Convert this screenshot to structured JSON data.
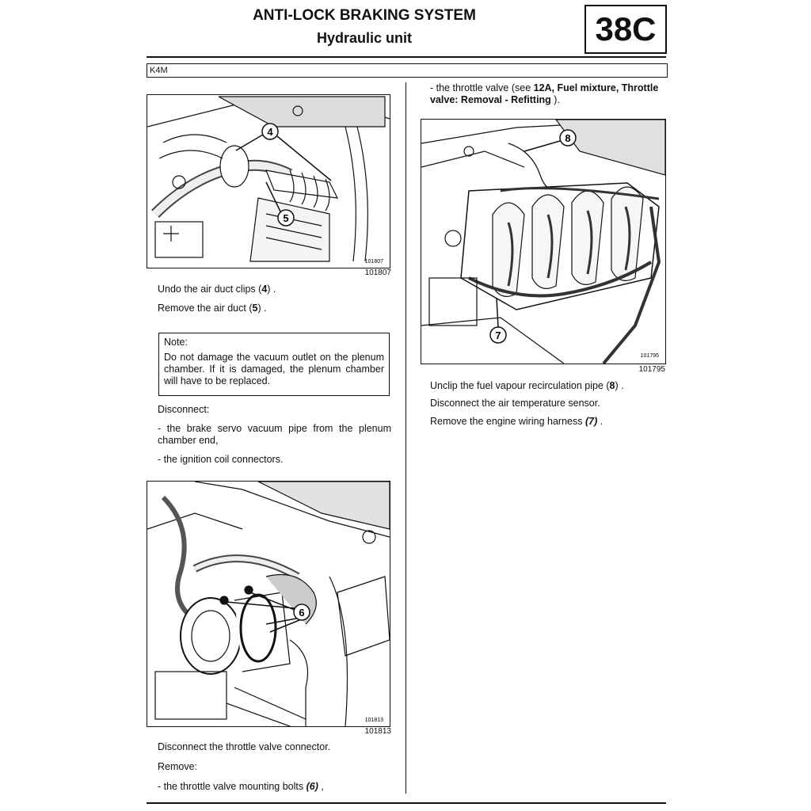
{
  "header": {
    "title": "ANTI-LOCK BRAKING SYSTEM",
    "subtitle": "Hydraulic unit",
    "section": "38C",
    "engine": "K4M"
  },
  "figures": {
    "fig1": {
      "number": "101807",
      "inset": "101807",
      "callouts": [
        "4",
        "5"
      ]
    },
    "fig2": {
      "number": "101813",
      "inset": "101813",
      "callouts": [
        "6"
      ]
    },
    "fig3": {
      "number": "101795",
      "inset": "101795",
      "callouts": [
        "8",
        "7"
      ]
    }
  },
  "left": {
    "step1_a": "Undo the air duct clips (",
    "step1_ref": "4",
    "step1_b": ") .",
    "step2_a": "Remove the air duct (",
    "step2_ref": "5",
    "step2_b": ") .",
    "note_title": "Note:",
    "note_body": "Do not damage the vacuum outlet on the plenum chamber. If it is damaged, the plenum chamber will have to be replaced.",
    "disconnect": "Disconnect:",
    "bullet1": "- the brake servo vacuum pipe from the plenum chamber end,",
    "bullet2": "- the ignition coil connectors.",
    "step3": "Disconnect the throttle valve connector.",
    "remove": "Remove:",
    "bullet3_a": "- the throttle valve mounting bolts ",
    "bullet3_ref": "(6)",
    "bullet3_b": " ,"
  },
  "right": {
    "cont_a": "- the throttle valve (see ",
    "cont_ref": "12A, Fuel mixture, Throttle valve: Removal - Refitting",
    "cont_b": " ).",
    "step4_a": "Unclip the fuel vapour recirculation pipe (",
    "step4_ref": "8",
    "step4_b": ") .",
    "step5": "Disconnect the air temperature sensor.",
    "step6_a": "Remove the engine wiring harness ",
    "step6_ref": "(7)",
    "step6_b": " ."
  }
}
